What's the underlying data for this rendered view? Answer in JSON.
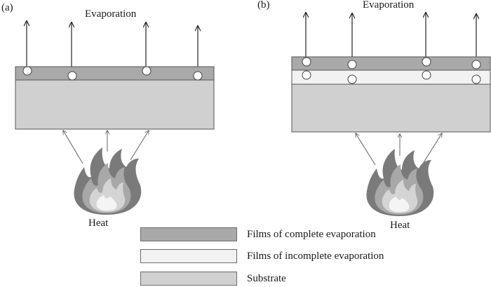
{
  "panels": {
    "a": {
      "label": "(a)",
      "evaporation": "Evaporation",
      "heat": "Heat"
    },
    "b": {
      "label": "(b)",
      "evaporation": "Evaporation",
      "heat": "Heat"
    }
  },
  "legend": {
    "items": [
      {
        "label": "Films of complete evaporation",
        "color": "#a9a9a9"
      },
      {
        "label": "Films of incomplete evaporation",
        "color": "#f2f2f2"
      },
      {
        "label": "Substrate",
        "color": "#d0d0d0"
      }
    ]
  },
  "colors": {
    "complete_film": "#a9a9a9",
    "incomplete_film": "#f2f2f2",
    "substrate": "#d0d0d0",
    "outline": "#555555",
    "flame_dark": "#7a7a7a",
    "flame_mid": "#a8a8a8",
    "flame_light": "#d4d4d4"
  },
  "icons": [
    "up-arrow-icon",
    "flame-icon",
    "bubble-icon"
  ]
}
